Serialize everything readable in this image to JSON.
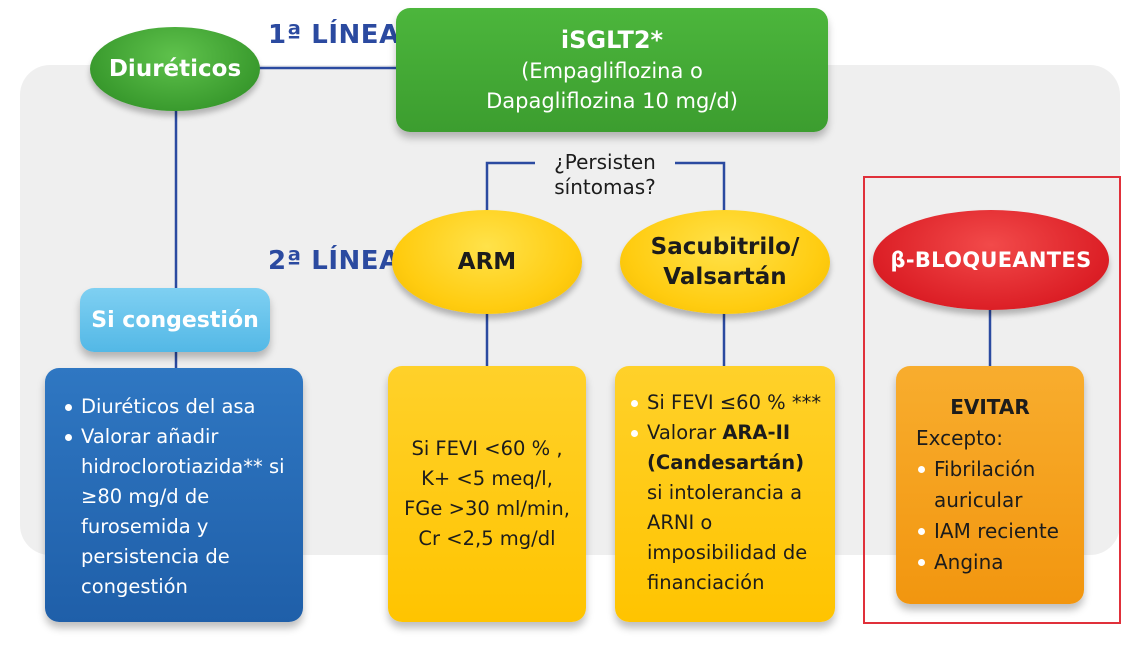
{
  "first_line": {
    "label": "1ª LÍNEA"
  },
  "second_line": {
    "label": "2ª LÍNEA"
  },
  "diureticos": {
    "label": "Diuréticos"
  },
  "isglt2": {
    "title": "iSGLT2*",
    "detail_line1": "(Empagliflozina o",
    "detail_line2": "Dapagliflozina 10 mg/d)"
  },
  "question": {
    "line1": "¿Persisten",
    "line2": "síntomas?"
  },
  "congestion": {
    "label": "Si congestión",
    "items": [
      "Diuréticos del asa",
      "Valorar añadir hidroclorotiazida** si ≥80 mg/d de furosemida y persistencia de congestión"
    ]
  },
  "arm": {
    "label": "ARM",
    "conditions": [
      "Si FEVI <60 % ,",
      "K+ <5 meq/l,",
      "FGe >30 ml/min,",
      "Cr <2,5 mg/dl"
    ]
  },
  "sacubitrilo": {
    "label_line1": "Sacubitrilo/",
    "label_line2": "Valsartán",
    "item1": "Si FEVI ≤60 % ***",
    "item2_prefix": "Valorar ",
    "item2_bold": "ARA-II (Candesartán)",
    "item2_suffix": " si intolerancia a ARNI o imposibilidad de financiación"
  },
  "betabloqueantes": {
    "label": "β-BLOQUEANTES",
    "avoid_title": "EVITAR",
    "except_label": "Excepto:",
    "exceptions": [
      "Fibrilación auricular",
      "IAM reciente",
      "Angina"
    ]
  },
  "colors": {
    "connector": "#2b4aa0",
    "green": "#3a9b2e",
    "yellow": "#ffcc10",
    "red": "#dc1f26",
    "blue": "#1f5fa9",
    "light_blue": "#53b8e6",
    "orange": "#f2960f",
    "frame": "#e0303a"
  }
}
